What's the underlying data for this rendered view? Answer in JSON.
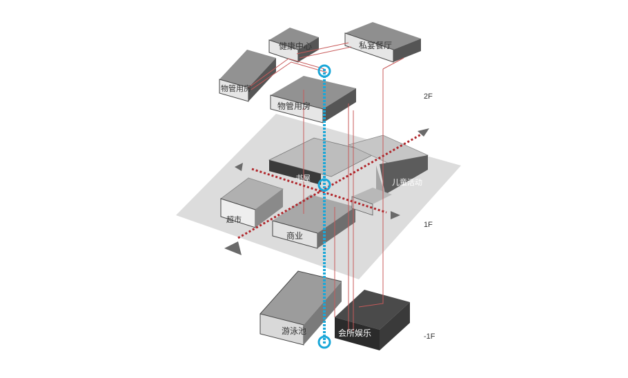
{
  "floors": {
    "f2": "2F",
    "f1": "1F",
    "b1": "-1F"
  },
  "rooms": {
    "health_center": "健康中心",
    "private_dining": "私宴餐厅",
    "property_mgmt_left": "物管用房",
    "property_mgmt_right": "物管用房",
    "bookstore": "书屋",
    "childrens_activity": "儿童活动",
    "supermarket": "超市",
    "commerce": "商业",
    "swimming_pool": "游泳池",
    "clubhouse": "会所娱乐"
  },
  "colors": {
    "ground_plate": "#d8d8d8",
    "vertical_core": "#1aa7d8",
    "axis_line": "#b0262b",
    "route_line": "#c85a5a",
    "block_top": "#9a9a9a",
    "block_side": "#6e6e6e",
    "block_dark": "#3c3c3c"
  },
  "icons": {
    "arrow": "direction-arrow-icon",
    "node": "vertical-core-node-icon"
  }
}
